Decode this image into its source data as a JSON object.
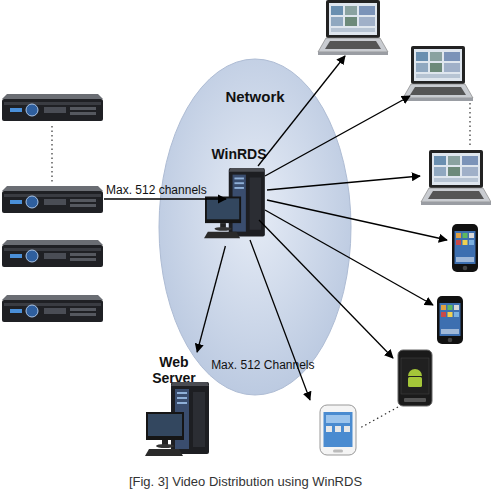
{
  "diagram": {
    "caption": "[Fig. 3] Video Distribution using WinRDS",
    "nodes": [
      {
        "text": [
          "Network"
        ]
      },
      {
        "text": [
          "WinRDS"
        ],
        "in": 0
      },
      {
        "text": [
          "Web Server"
        ]
      }
    ],
    "edges": [
      {
        "from": 1,
        "to": 2,
        "arrow": "to",
        "label": "Max. 512 Channels"
      }
    ],
    "labels": [
      "Max. 512 channels"
    ]
  }
}
